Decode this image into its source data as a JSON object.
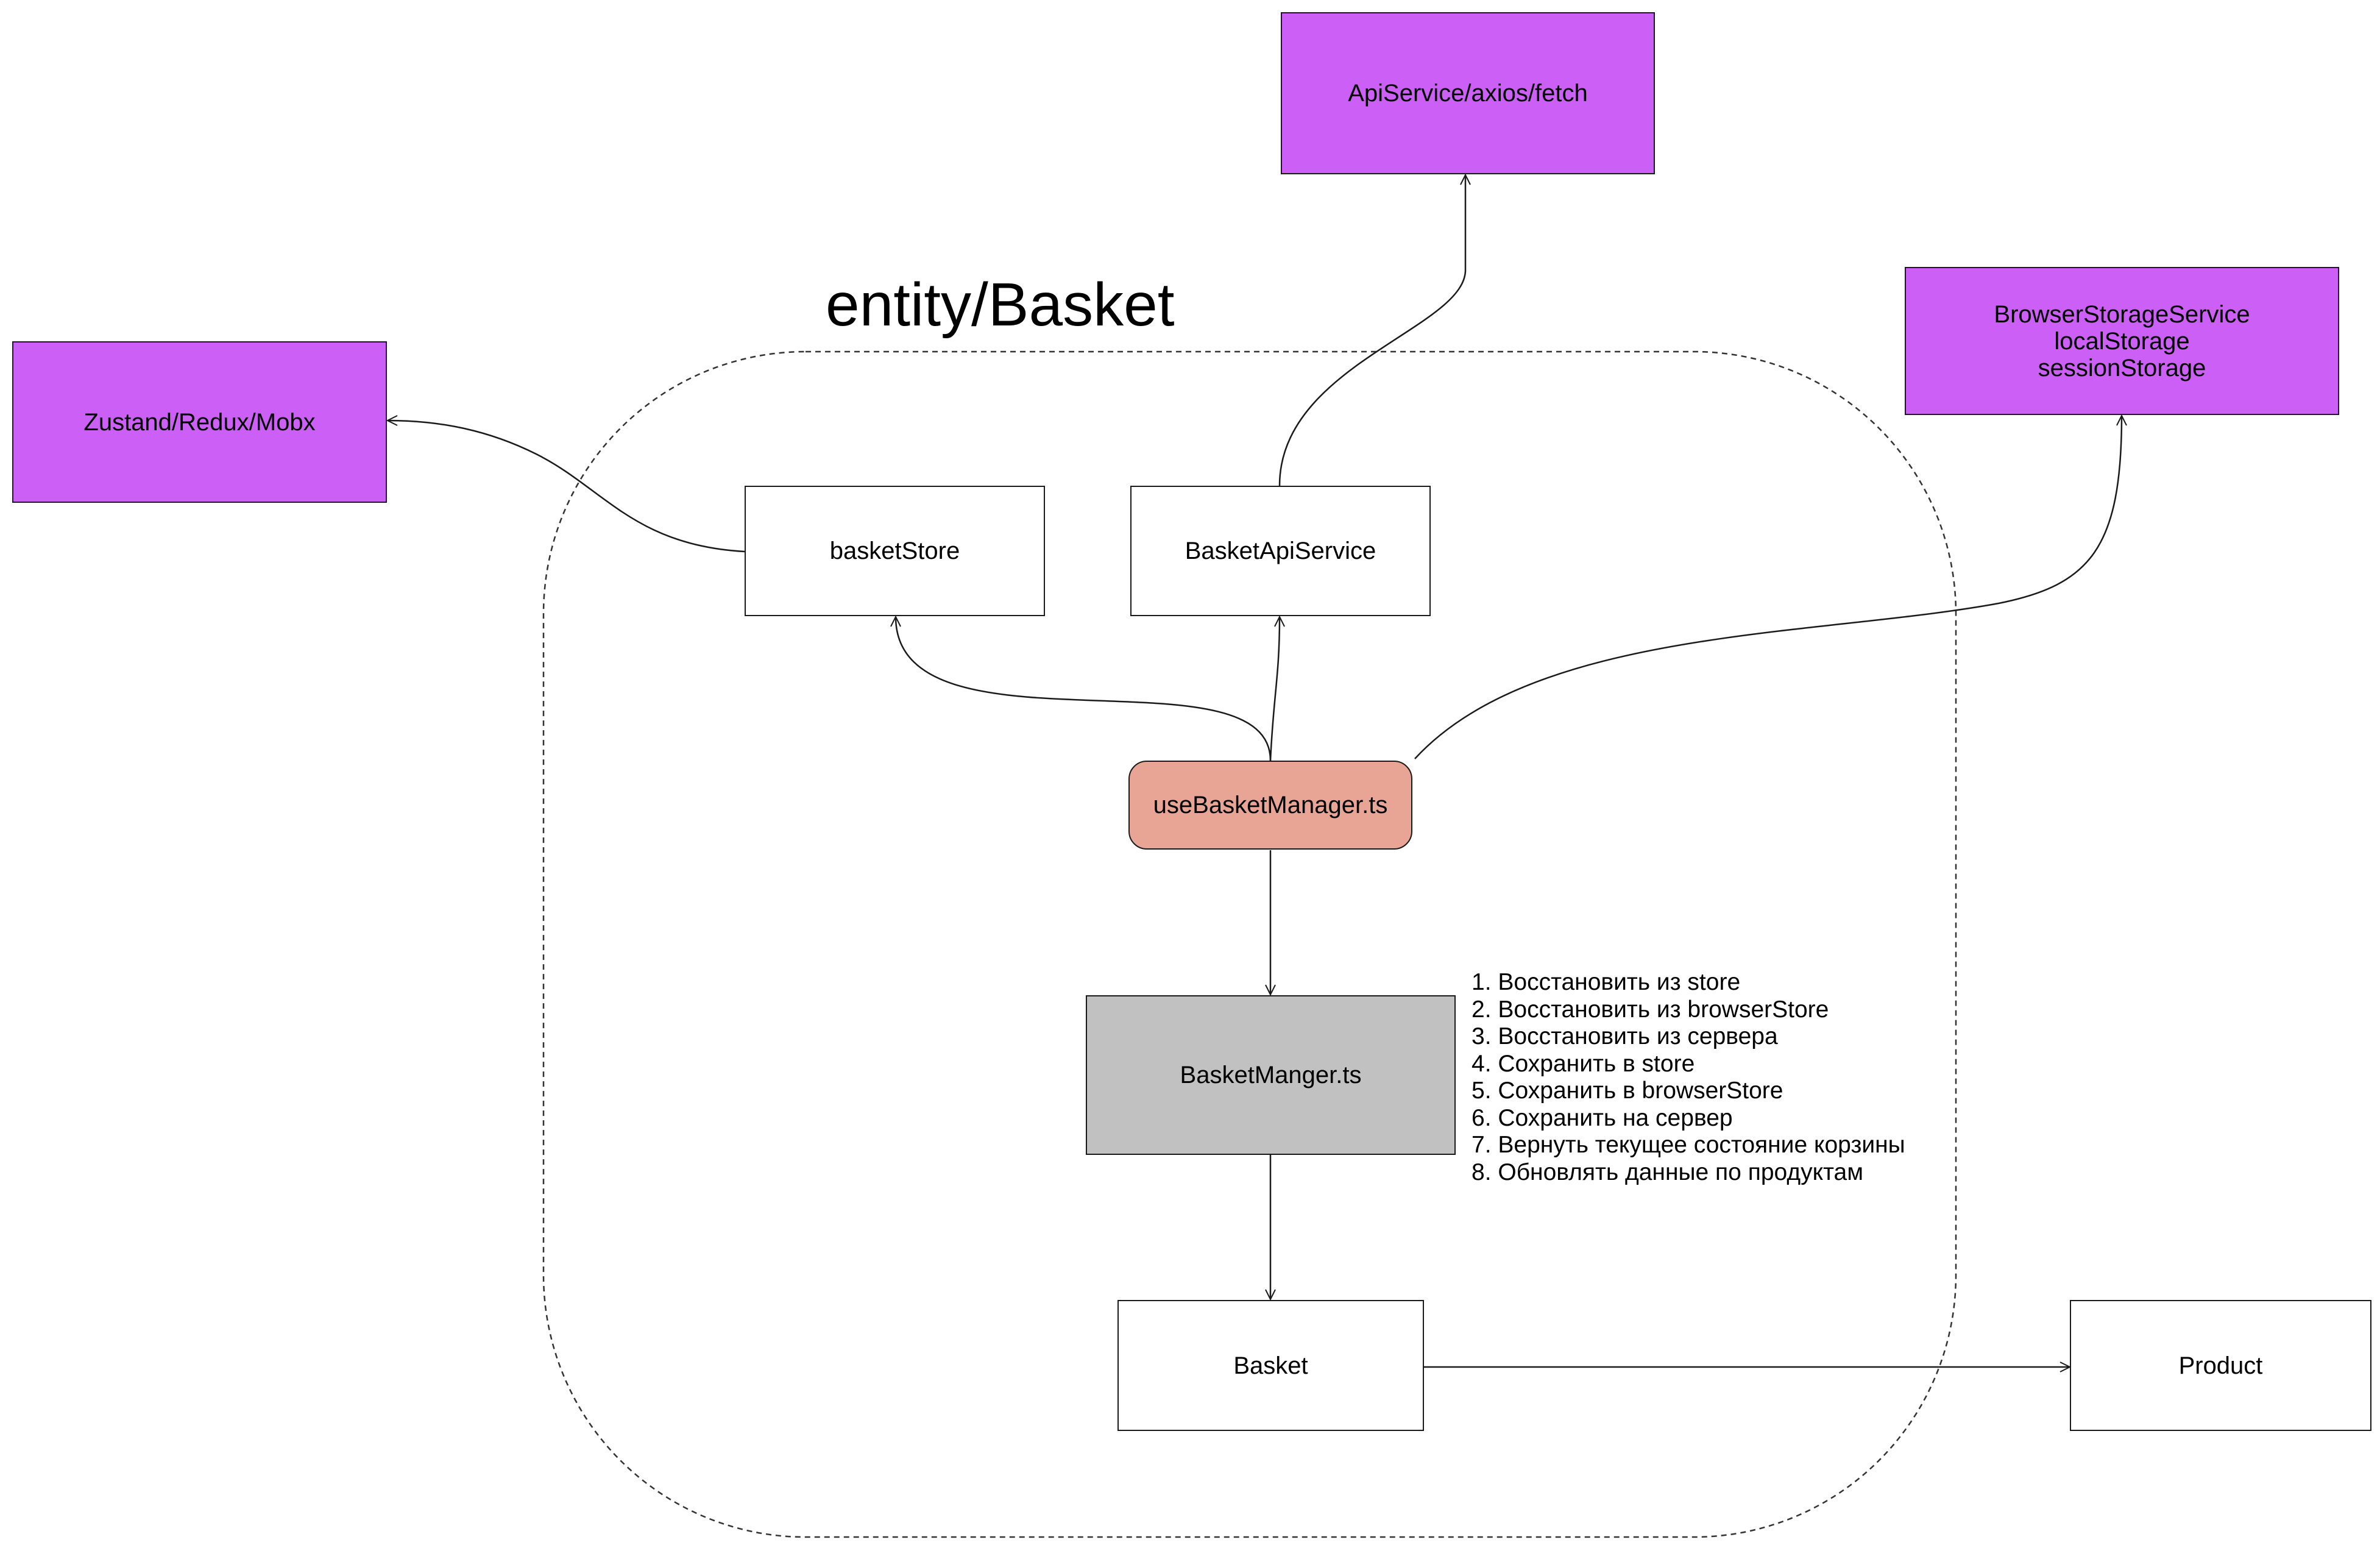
{
  "diagram": {
    "title": "entity/Basket",
    "nodes": {
      "api_service": {
        "label": "ApiService/axios/fetch"
      },
      "state_libs": {
        "label": "Zustand/Redux/Mobx"
      },
      "browser_storage": {
        "lines": [
          "BrowserStorageService",
          "localStorage",
          "sessionStorage"
        ]
      },
      "basket_store": {
        "label": "basketStore"
      },
      "basket_api_service": {
        "label": "BasketApiService"
      },
      "use_basket_manager": {
        "label": "useBasketManager.ts"
      },
      "basket_manager": {
        "label": "BasketManger.ts"
      },
      "basket": {
        "label": "Basket"
      },
      "product": {
        "label": "Product"
      }
    },
    "steps": [
      "1. Восстановить из store",
      "2. Восстановить из browserStore",
      "3. Восстановить из сервера",
      "4. Сохранить в store",
      "5. Сохранить в browserStore",
      "6. Сохранить на сервер",
      "7. Вернуть текущее состояние корзины",
      "8. Обновлять данные по продуктам"
    ],
    "edges": [
      {
        "from": "use_basket_manager",
        "to": "basket_store"
      },
      {
        "from": "use_basket_manager",
        "to": "basket_api_service"
      },
      {
        "from": "use_basket_manager",
        "to": "browser_storage"
      },
      {
        "from": "use_basket_manager",
        "to": "basket_manager"
      },
      {
        "from": "basket_manager",
        "to": "basket"
      },
      {
        "from": "basket",
        "to": "product"
      },
      {
        "from": "basket_store",
        "to": "state_libs"
      },
      {
        "from": "basket_api_service",
        "to": "api_service"
      }
    ],
    "colors": {
      "external": "#cc5ff5",
      "hook": "#e8a595",
      "manager": "#c2c1c1",
      "entity": "#ffffff",
      "stroke": "#1a1a1a"
    }
  }
}
